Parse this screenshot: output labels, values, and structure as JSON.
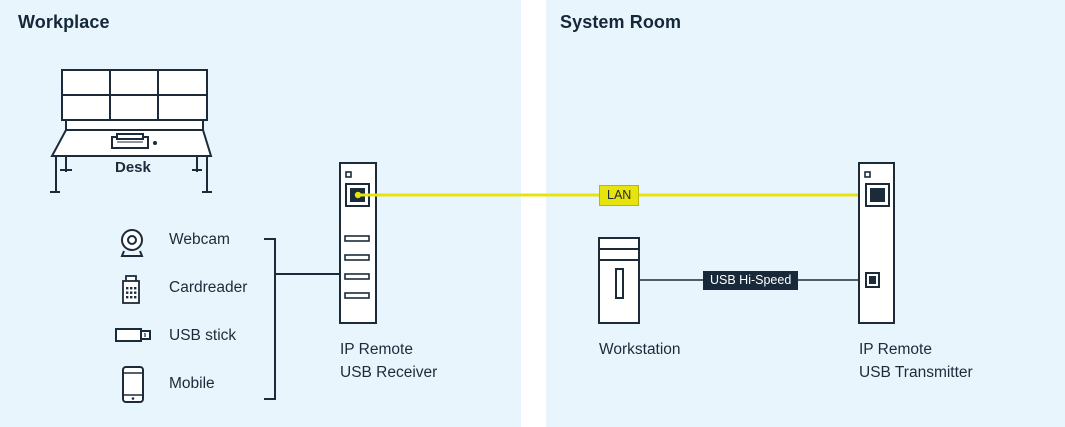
{
  "zones": {
    "workplace": "Workplace",
    "system_room": "System Room"
  },
  "desk": {
    "label": "Desk"
  },
  "peripherals": [
    {
      "label": "Webcam",
      "icon": "webcam-icon"
    },
    {
      "label": "Cardreader",
      "icon": "cardreader-icon"
    },
    {
      "label": "USB stick",
      "icon": "usb-stick-icon"
    },
    {
      "label": "Mobile",
      "icon": "mobile-icon"
    }
  ],
  "receiver": {
    "line1": "IP Remote",
    "line2": "USB Receiver"
  },
  "workstation": {
    "label": "Workstation"
  },
  "transmitter": {
    "line1": "IP Remote",
    "line2": "USB Transmitter"
  },
  "links": {
    "lan": "LAN",
    "usb": "USB Hi-Speed"
  },
  "colors": {
    "panel_bg": "#e9f5fc",
    "ink": "#1c2b3a",
    "lan_yellow": "#e7e30d",
    "usb_tag_bg": "#182a3a"
  }
}
